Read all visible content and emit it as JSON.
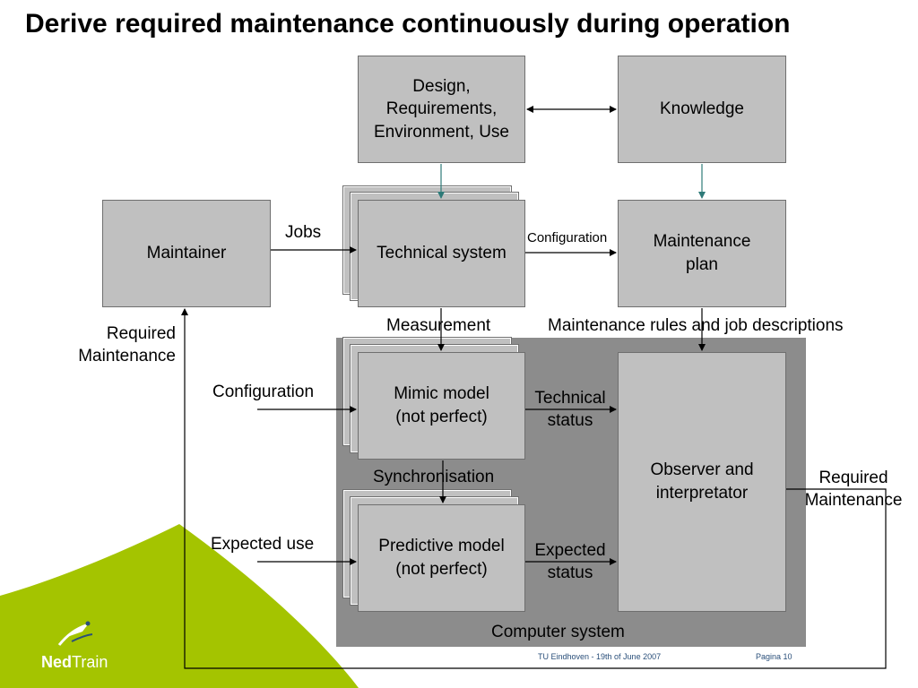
{
  "title": "Derive required maintenance continuously during operation",
  "boxes": {
    "design": "Design, Requirements, Environment, Use",
    "knowledge": "Knowledge",
    "maintainer": "Maintainer",
    "technical_system": "Technical system",
    "maintenance_plan": "Maintenance plan",
    "mimic_model": "Mimic model (not perfect)",
    "predictive_model": "Predictive model (not perfect)",
    "observer": "Observer and interpretator"
  },
  "labels": {
    "jobs": "Jobs",
    "configuration_top": "Configuration",
    "measurement": "Measurement",
    "maintenance_rules": "Maintenance rules and job descriptions",
    "required_maintenance_left": "Required Maintenance",
    "configuration_left": "Configuration",
    "technical_status": "Technical status",
    "synchronisation": "Synchronisation",
    "required_maintenance_right": "Required Maintenance",
    "expected_use": "Expected use",
    "expected_status": "Expected status",
    "computer_system": "Computer system"
  },
  "footer": {
    "event": "TU Eindhoven - 19th of June 2007",
    "page": "Pagina 10"
  },
  "logo": {
    "ned": "Ned",
    "train": "Train"
  },
  "colors": {
    "box_fill": "#c0c0c0",
    "computer_system": "#8c8c8c",
    "teal_arrow": "#2e7a78",
    "logo_green": "#a4c400"
  }
}
